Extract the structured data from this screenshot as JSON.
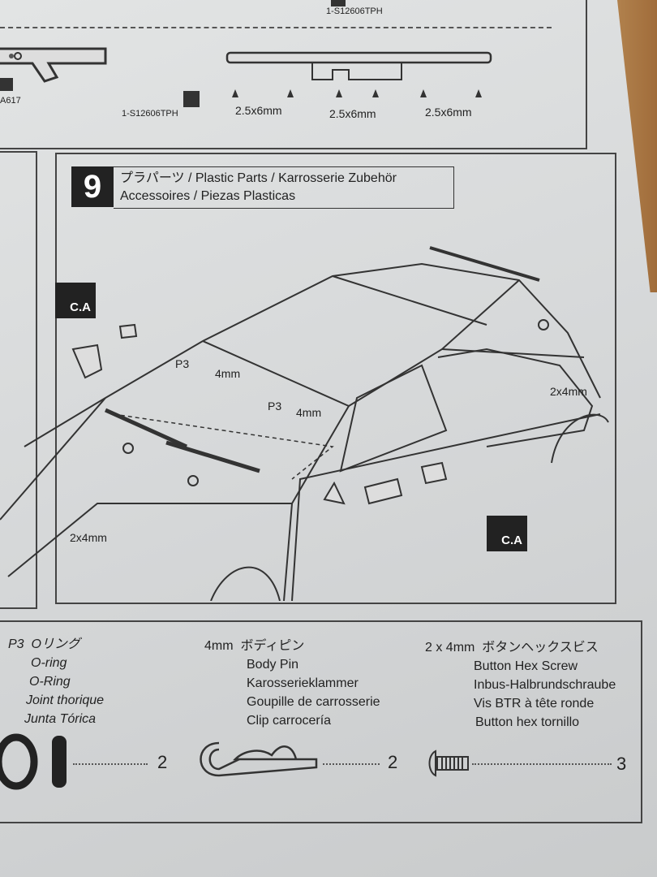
{
  "top_section": {
    "part_code_top": "1-S12606TPH",
    "part_code_left": "A617",
    "part_code_mid": "1-S12606TPH",
    "screw_labels": [
      "2.5x6mm",
      "2.5x6mm",
      "2.5x6mm"
    ]
  },
  "step": {
    "number": "9",
    "title_line1": "プラパーツ / Plastic Parts / Karrosserie Zubehör",
    "title_line2": "Accessoires / Piezas Plasticas",
    "callouts": {
      "ca_left": "C.A",
      "ca_right": "C.A",
      "p3_left": "P3",
      "p3_right": "P3",
      "pin_left": "4mm",
      "pin_right": "4mm",
      "screw_right": "2x4mm",
      "screw_left": "2x4mm"
    }
  },
  "parts_list": [
    {
      "size": "P3",
      "jp": "Oリング",
      "names": [
        "O-ring",
        "O-Ring",
        "Joint thorique",
        "Junta Tórica"
      ],
      "qty": "2",
      "icon": "o-ring-icon"
    },
    {
      "size": "4mm",
      "jp": "ボディピン",
      "names": [
        "Body Pin",
        "Karosserieklammer",
        "Goupille de carrosserie",
        "Clip carrocería"
      ],
      "qty": "2",
      "icon": "body-pin-icon"
    },
    {
      "size": "2 x 4mm",
      "jp": "ボタンヘックスビス",
      "names": [
        "Button Hex Screw",
        "Inbus-Halbrundschraube",
        "Vis BTR à tête ronde",
        "Button hex tornillo"
      ],
      "qty": "3",
      "icon": "hex-screw-icon"
    }
  ]
}
